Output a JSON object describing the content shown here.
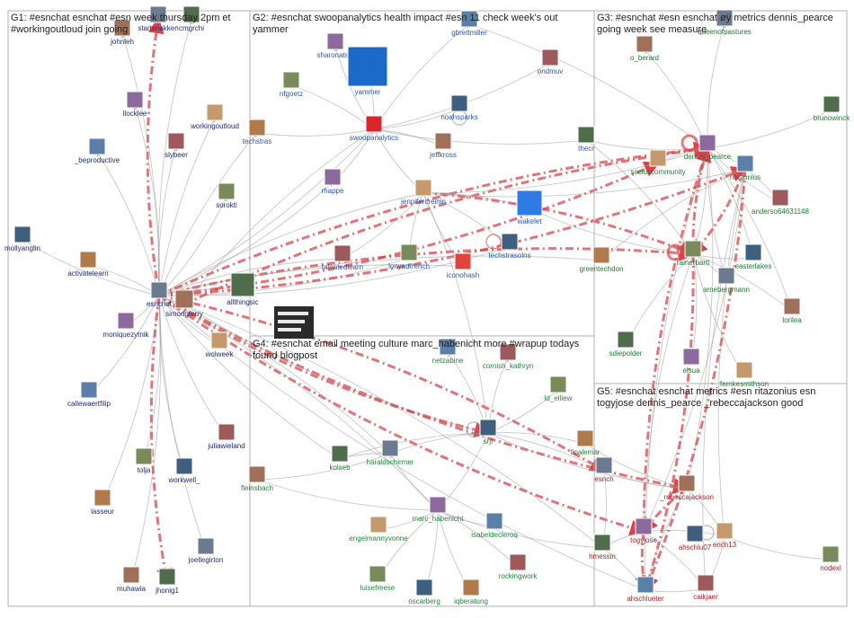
{
  "colors": {
    "g1": "#1f2a7a",
    "g2": "#2c58b5",
    "g3": "#1f7a34",
    "g4": "#1f8a3a",
    "g5": "#b01f25",
    "edge": "#9a9a9a",
    "edge_strong": "#d9444a",
    "box": "#b0b0b0"
  },
  "groups": [
    {
      "id": "G1",
      "title": "G1: #esnchat esnchat #esn week thursday 2pm et #workingoutloud join going"
    },
    {
      "id": "G2",
      "title": "G2: #esnchat swoopanalytics health impact #esn 11 check week's out yammer"
    },
    {
      "id": "G3",
      "title": "G3: #esnchat #esn esnchat øÿ metrics dennis_pearce going week see measure"
    },
    {
      "id": "G4",
      "title": "G4: #esnchat email meeting culture marc_habenicht more #wrapup todays found blogpost"
    },
    {
      "id": "G5",
      "title": "G5: #esnchat esnchat metrics #esn ritazonius esn togyjose dennis_pearce _rebeccajackson good"
    }
  ],
  "nodes": [
    {
      "id": "startsnakken",
      "label": "startsnakken",
      "group": "G1"
    },
    {
      "id": "johnleh",
      "label": "johnleh",
      "group": "G1"
    },
    {
      "id": "cmgrchi",
      "label": "cmgrchi",
      "group": "G1"
    },
    {
      "id": "llocklee",
      "label": "llocklee",
      "group": "G1"
    },
    {
      "id": "workingoutloud",
      "label": "workingoutloud",
      "group": "G1"
    },
    {
      "id": "_beproductive",
      "label": "_beproductive",
      "group": "G1"
    },
    {
      "id": "slybeer",
      "label": "slybeer",
      "group": "G1"
    },
    {
      "id": "sorokti",
      "label": "sorokti",
      "group": "G1"
    },
    {
      "id": "mollyanglin",
      "label": "mollyanglin",
      "group": "G1"
    },
    {
      "id": "activatelearn",
      "label": "activatelearn",
      "group": "G1"
    },
    {
      "id": "esnchat",
      "label": "esnchat",
      "group": "G1"
    },
    {
      "id": "simongterry",
      "label": "simongterry",
      "group": "G1"
    },
    {
      "id": "allthingsic",
      "label": "allthingsic",
      "group": "G1"
    },
    {
      "id": "moniquezytnik",
      "label": "moniquezytnik",
      "group": "G1"
    },
    {
      "id": "wolweek",
      "label": "wolweek",
      "group": "G1"
    },
    {
      "id": "callewaertfilip",
      "label": "callewaertfilip",
      "group": "G1"
    },
    {
      "id": "juliawieland",
      "label": "juliawieland",
      "group": "G1"
    },
    {
      "id": "tolja",
      "label": "tolja",
      "group": "G1"
    },
    {
      "id": "workwell_",
      "label": "workwell_",
      "group": "G1"
    },
    {
      "id": "lasseur",
      "label": "lasseur",
      "group": "G1"
    },
    {
      "id": "joellegirton",
      "label": "joellegirton",
      "group": "G1"
    },
    {
      "id": "muhawia",
      "label": "muhawia",
      "group": "G1"
    },
    {
      "id": "jhonig1",
      "label": "jhonig1",
      "group": "G1"
    },
    {
      "id": "sharonatsw",
      "label": "sharonatsw",
      "group": "G2"
    },
    {
      "id": "yammer",
      "label": "yammer",
      "group": "G2"
    },
    {
      "id": "gbrettmiller",
      "label": "gbrettmiller",
      "group": "G2"
    },
    {
      "id": "ondmuv",
      "label": "ondmuv",
      "group": "G2"
    },
    {
      "id": "nfgoetz",
      "label": "nfgoetz",
      "group": "G2"
    },
    {
      "id": "noahsparks",
      "label": "noahsparks",
      "group": "G2"
    },
    {
      "id": "techstras",
      "label": "techstras",
      "group": "G2"
    },
    {
      "id": "swoopanalytics",
      "label": "swoopanalytics",
      "group": "G2"
    },
    {
      "id": "jeffkross",
      "label": "jeffkross",
      "group": "G2"
    },
    {
      "id": "thecr",
      "label": "thecr",
      "group": "G2"
    },
    {
      "id": "rhappe",
      "label": "rhappe",
      "group": "G2"
    },
    {
      "id": "jennifercreinin",
      "label": "jennifercreinin",
      "group": "G2"
    },
    {
      "id": "wakelet",
      "label": "wakelet",
      "group": "G2"
    },
    {
      "id": "talentedlearn",
      "label": "talentedlearn",
      "group": "G2"
    },
    {
      "id": "lonyadfrench",
      "label": "lonyadfrench",
      "group": "G2"
    },
    {
      "id": "techstrasolns",
      "label": "techstrasolns",
      "group": "G2"
    },
    {
      "id": "iconohash",
      "label": "iconohash",
      "group": "G2"
    },
    {
      "id": "queenofpastures",
      "label": "queenofpastures",
      "group": "G3"
    },
    {
      "id": "o_berard",
      "label": "o_berard",
      "group": "G3"
    },
    {
      "id": "brunowinck",
      "label": "brunowinck",
      "group": "G3"
    },
    {
      "id": "dennis_pearce",
      "label": "dennis_pearce",
      "group": "G3"
    },
    {
      "id": "sociuscommunity",
      "label": "sociuscommunity",
      "group": "G3"
    },
    {
      "id": "ritazonius",
      "label": "ritazonius",
      "group": "G3"
    },
    {
      "id": "anderso64631148",
      "label": "anderso64631148",
      "group": "G3"
    },
    {
      "id": "rainerbartl",
      "label": "rainerbartl",
      "group": "G3"
    },
    {
      "id": "easterlakes",
      "label": "easterlakes",
      "group": "G3"
    },
    {
      "id": "greentechdon",
      "label": "greentechdon",
      "group": "G3"
    },
    {
      "id": "arnebergmann",
      "label": "arnebergmann",
      "group": "G3"
    },
    {
      "id": "lorilea",
      "label": "lorilea",
      "group": "G3"
    },
    {
      "id": "sdiepolder",
      "label": "sdiepolder",
      "group": "G3"
    },
    {
      "id": "elsua",
      "label": "elsua",
      "group": "G3"
    },
    {
      "id": "fernkesmithson",
      "label": "fernkesmithson",
      "group": "G3"
    },
    {
      "id": "netzabine",
      "label": "netzabine",
      "group": "G4"
    },
    {
      "id": "cornish_kathryn",
      "label": "cornish_kathryn",
      "group": "G4"
    },
    {
      "id": "ld_elliew",
      "label": "ld_elliew",
      "group": "G4"
    },
    {
      "id": "srjf",
      "label": "srjf",
      "group": "G4"
    },
    {
      "id": "tipalemar",
      "label": "tipalemar",
      "group": "G4"
    },
    {
      "id": "haraldschirmer",
      "label": "haraldschirmer",
      "group": "G4"
    },
    {
      "id": "fleinsbach",
      "label": "fleinsbach",
      "group": "G4"
    },
    {
      "id": "kolseb",
      "label": "kolseb",
      "group": "G4"
    },
    {
      "id": "marc_habenicht",
      "label": "marc_habenicht",
      "group": "G4"
    },
    {
      "id": "engelmannyvonne",
      "label": "engelmannyvonne",
      "group": "G4"
    },
    {
      "id": "isabeldecleroq",
      "label": "isabeldecleroq",
      "group": "G4"
    },
    {
      "id": "rockingwork",
      "label": "rockingwork",
      "group": "G4"
    },
    {
      "id": "luisefreese",
      "label": "luisefreese",
      "group": "G4"
    },
    {
      "id": "oscarberg",
      "label": "oscarberg",
      "group": "G4"
    },
    {
      "id": "iqberatung",
      "label": "iqberatung",
      "group": "G4"
    },
    {
      "id": "esnch",
      "label": "esnch",
      "group": "G5"
    },
    {
      "id": "_rebeccajackson",
      "label": "_rebeccajackson",
      "group": "G5"
    },
    {
      "id": "hmessin",
      "label": "hmessin",
      "group": "G5"
    },
    {
      "id": "togyjose",
      "label": "togyjose",
      "group": "G5"
    },
    {
      "id": "erich13",
      "label": "erich13",
      "group": "G5"
    },
    {
      "id": "ahschlueter",
      "label": "ahschlueter",
      "group": "G5"
    },
    {
      "id": "caikjaer",
      "label": "caikjaer",
      "group": "G5"
    },
    {
      "id": "nodexl",
      "label": "nodexl",
      "group": "G5"
    },
    {
      "id": "ahschlu07",
      "label": "ahschlu07",
      "group": "G5"
    }
  ],
  "edges": [
    [
      "esnchat",
      "startsnakken"
    ],
    [
      "esnchat",
      "johnleh"
    ],
    [
      "esnchat",
      "cmgrchi"
    ],
    [
      "esnchat",
      "llocklee"
    ],
    [
      "esnchat",
      "workingoutloud"
    ],
    [
      "esnchat",
      "_beproductive"
    ],
    [
      "esnchat",
      "slybeer"
    ],
    [
      "esnchat",
      "sorokti"
    ],
    [
      "esnchat",
      "mollyanglin"
    ],
    [
      "esnchat",
      "activatelearn"
    ],
    [
      "esnchat",
      "moniquezytnik"
    ],
    [
      "esnchat",
      "wolweek"
    ],
    [
      "esnchat",
      "callewaertfilip"
    ],
    [
      "esnchat",
      "juliawieland"
    ],
    [
      "esnchat",
      "tolja"
    ],
    [
      "esnchat",
      "workwell_"
    ],
    [
      "esnchat",
      "lasseur"
    ],
    [
      "esnchat",
      "joellegirton"
    ],
    [
      "esnchat",
      "muhawia"
    ],
    [
      "esnchat",
      "jhonig1"
    ],
    [
      "esnchat",
      "allthingsic"
    ],
    [
      "esnchat",
      "simongterry"
    ],
    [
      "esnchat",
      "techstras"
    ],
    [
      "esnchat",
      "swoopanalytics"
    ],
    [
      "esnchat",
      "jennifercreinin"
    ],
    [
      "esnchat",
      "rhappe"
    ],
    [
      "esnchat",
      "talentedlearn"
    ],
    [
      "esnchat",
      "lonyadfrench"
    ],
    [
      "esnchat",
      "iconohash"
    ],
    [
      "esnchat",
      "techstrasolns"
    ],
    [
      "esnchat",
      "dennis_pearce"
    ],
    [
      "esnchat",
      "ritazonius"
    ],
    [
      "esnchat",
      "rainerbartl"
    ],
    [
      "esnchat",
      "sociuscommunity"
    ],
    [
      "esnchat",
      "greentechdon"
    ],
    [
      "esnchat",
      "srjf"
    ],
    [
      "esnchat",
      "esnch"
    ],
    [
      "esnchat",
      "_rebeccajackson"
    ],
    [
      "esnchat",
      "hmessin"
    ],
    [
      "esnchat",
      "togyjose"
    ],
    [
      "esnchat",
      "haraldschirmer"
    ],
    [
      "esnchat",
      "kolseb"
    ],
    [
      "esnchat",
      "marc_habenicht"
    ],
    [
      "esnchat",
      "ahschlueter"
    ],
    [
      "simongterry",
      "dennis_pearce"
    ],
    [
      "simongterry",
      "srjf"
    ],
    [
      "simongterry",
      "swoopanalytics"
    ],
    [
      "swoopanalytics",
      "yammer"
    ],
    [
      "swoopanalytics",
      "sharonatsw"
    ],
    [
      "swoopanalytics",
      "nfgoetz"
    ],
    [
      "swoopanalytics",
      "techstras"
    ],
    [
      "swoopanalytics",
      "noahsparks"
    ],
    [
      "swoopanalytics",
      "jeffkross"
    ],
    [
      "swoopanalytics",
      "thecr"
    ],
    [
      "swoopanalytics",
      "rhappe"
    ],
    [
      "swoopanalytics",
      "jennifercreinin"
    ],
    [
      "swoopanalytics",
      "gbrettmiller"
    ],
    [
      "swoopanalytics",
      "ondmuv"
    ],
    [
      "jennifercreinin",
      "wakelet"
    ],
    [
      "jennifercreinin",
      "lonyadfrench"
    ],
    [
      "jennifercreinin",
      "techstrasolns"
    ],
    [
      "jennifercreinin",
      "iconohash"
    ],
    [
      "jennifercreinin",
      "talentedlearn"
    ],
    [
      "jennifercreinin",
      "dennis_pearce"
    ],
    [
      "jennifercreinin",
      "rainerbartl"
    ],
    [
      "jennifercreinin",
      "ritazonius"
    ],
    [
      "jennifercreinin",
      "srjf"
    ],
    [
      "dennis_pearce",
      "sociuscommunity"
    ],
    [
      "dennis_pearce",
      "ritazonius"
    ],
    [
      "dennis_pearce",
      "o_berard"
    ],
    [
      "dennis_pearce",
      "queenofpastures"
    ],
    [
      "dennis_pearce",
      "brunowinck"
    ],
    [
      "dennis_pearce",
      "rainerbartl"
    ],
    [
      "dennis_pearce",
      "anderso64631148"
    ],
    [
      "dennis_pearce",
      "easterlakes"
    ],
    [
      "dennis_pearce",
      "arnebergmann"
    ],
    [
      "dennis_pearce",
      "lorilea"
    ],
    [
      "dennis_pearce",
      "togyjose"
    ],
    [
      "dennis_pearce",
      "_rebeccajackson"
    ],
    [
      "dennis_pearce",
      "ahschlueter"
    ],
    [
      "dennis_pearce",
      "thecr"
    ],
    [
      "dennis_pearce",
      "gbrettmiller"
    ],
    [
      "ritazonius",
      "rainerbartl"
    ],
    [
      "ritazonius",
      "greentechdon"
    ],
    [
      "ritazonius",
      "togyjose"
    ],
    [
      "ritazonius",
      "erich13"
    ],
    [
      "ritazonius",
      "ahschlueter"
    ],
    [
      "ritazonius",
      "caikjaer"
    ],
    [
      "ritazonius",
      "anderso64631148"
    ],
    [
      "rainerbartl",
      "easterlakes"
    ],
    [
      "rainerbartl",
      "arnebergmann"
    ],
    [
      "rainerbartl",
      "sdiepolder"
    ],
    [
      "rainerbartl",
      "elsua"
    ],
    [
      "rainerbartl",
      "fernkesmithson"
    ],
    [
      "rainerbartl",
      "lorilea"
    ],
    [
      "rainerbartl",
      "togyjose"
    ],
    [
      "rainerbartl",
      "ahschlueter"
    ],
    [
      "srjf",
      "netzabine"
    ],
    [
      "srjf",
      "cornish_kathryn"
    ],
    [
      "srjf",
      "ld_elliew"
    ],
    [
      "srjf",
      "tipalemar"
    ],
    [
      "srjf",
      "haraldschirmer"
    ],
    [
      "srjf",
      "marc_habenicht"
    ],
    [
      "srjf",
      "_rebeccajackson"
    ],
    [
      "srjf",
      "esnch"
    ],
    [
      "srjf",
      "kolseb"
    ],
    [
      "marc_habenicht",
      "engelmannyvonne"
    ],
    [
      "marc_habenicht",
      "isabeldecleroq"
    ],
    [
      "marc_habenicht",
      "rockingwork"
    ],
    [
      "marc_habenicht",
      "luisefreese"
    ],
    [
      "marc_habenicht",
      "oscarberg"
    ],
    [
      "marc_habenicht",
      "iqberatung"
    ],
    [
      "marc_habenicht",
      "haraldschirmer"
    ],
    [
      "marc_habenicht",
      "hmessin"
    ],
    [
      "marc_habenicht",
      "fleinsbach"
    ],
    [
      "haraldschirmer",
      "kolseb"
    ],
    [
      "haraldschirmer",
      "fleinsbach"
    ],
    [
      "_rebeccajackson",
      "togyjose"
    ],
    [
      "_rebeccajackson",
      "erich13"
    ],
    [
      "_rebeccajackson",
      "ahschlueter"
    ],
    [
      "_rebeccajackson",
      "esnch"
    ],
    [
      "togyjose",
      "ahschlueter"
    ],
    [
      "togyjose",
      "caikjaer"
    ],
    [
      "togyjose",
      "hmessin"
    ],
    [
      "togyjose",
      "erich13"
    ],
    [
      "erich13",
      "nodexl"
    ],
    [
      "erich13",
      "caikjaer"
    ],
    [
      "ahschlueter",
      "caikjaer"
    ],
    [
      "hmessin",
      "ahschlueter"
    ],
    [
      "tipalemar",
      "_rebeccajackson"
    ],
    [
      "esnch",
      "hmessin"
    ],
    [
      "wakelet",
      "rainerbartl"
    ],
    [
      "thecr",
      "rainerbartl"
    ]
  ],
  "strong_edges": [
    [
      "esnchat",
      "rainerbartl"
    ],
    [
      "esnchat",
      "dennis_pearce"
    ],
    [
      "esnchat",
      "ritazonius"
    ],
    [
      "esnchat",
      "_rebeccajackson"
    ],
    [
      "esnchat",
      "srjf"
    ],
    [
      "esnchat",
      "jhonig1"
    ],
    [
      "esnchat",
      "esnch"
    ],
    [
      "esnchat",
      "sociuscommunity"
    ],
    [
      "esnchat",
      "startsnakken"
    ],
    [
      "esnchat",
      "togyjose"
    ],
    [
      "simongterry",
      "dennis_pearce"
    ],
    [
      "rainerbartl",
      "ahschlueter"
    ],
    [
      "ritazonius",
      "ahschlueter"
    ],
    [
      "dennis_pearce",
      "togyjose"
    ],
    [
      "rainerbartl",
      "dennis_pearce"
    ],
    [
      "ritazonius",
      "rainerbartl"
    ],
    [
      "_rebeccajackson",
      "togyjose"
    ],
    [
      "togyjose",
      "ahschlueter"
    ],
    [
      "jennifercreinin",
      "rainerbartl"
    ]
  ]
}
